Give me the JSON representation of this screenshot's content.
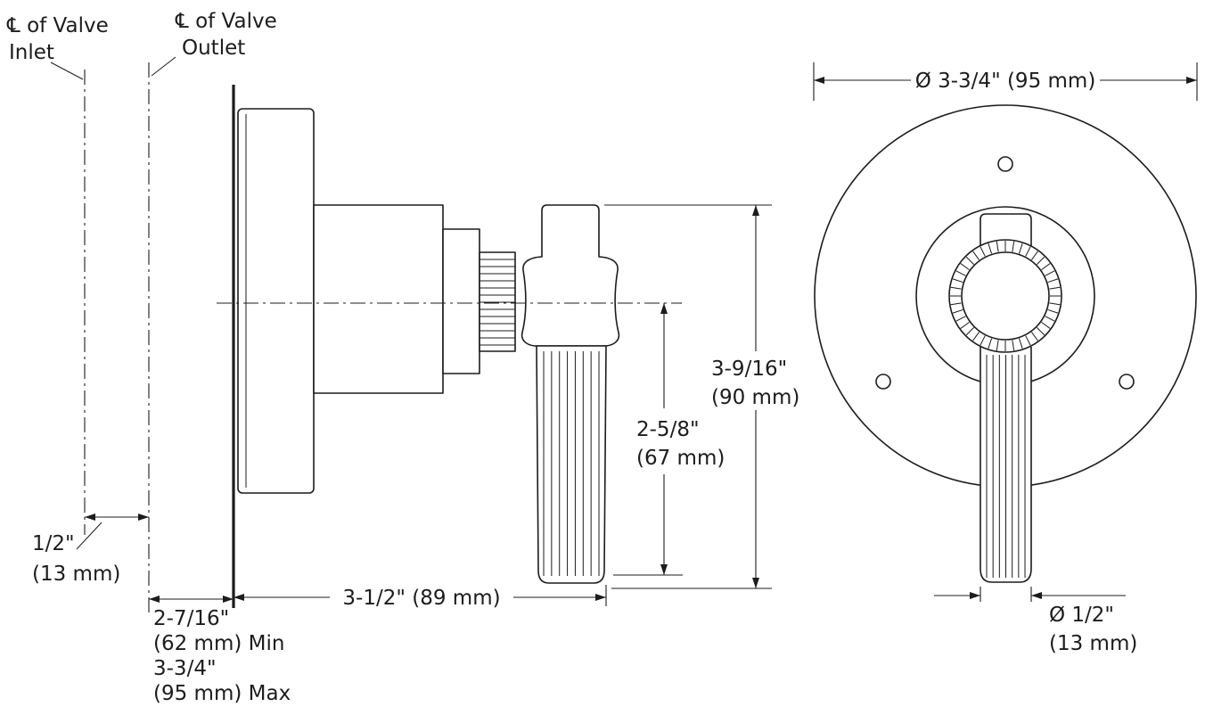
{
  "labels": {
    "inlet_cl": {
      "line1": "℄ of Valve",
      "line2": "Inlet"
    },
    "outlet_cl": {
      "line1": "℄ of Valve",
      "line2": "Outlet"
    }
  },
  "dimensions": {
    "inlet_offset": {
      "line1": "1/2\"",
      "line2": "(13 mm)"
    },
    "wall_depth": {
      "line1": "2-7/16\"",
      "line2": "(62 mm) Min",
      "line3": "3-3/4\"",
      "line4": "(95 mm) Max"
    },
    "projection": {
      "label": "3-1/2\" (89 mm)"
    },
    "lever_drop": {
      "line1": "2-5/8\"",
      "line2": "(67 mm)"
    },
    "overall_height": {
      "line1": "3-9/16\"",
      "line2": "(90 mm)"
    },
    "escutcheon_diameter": {
      "label": "Ø 3-3/4\" (95 mm)"
    },
    "lever_diameter": {
      "line1": "Ø 1/2\"",
      "line2": "(13 mm)"
    }
  }
}
